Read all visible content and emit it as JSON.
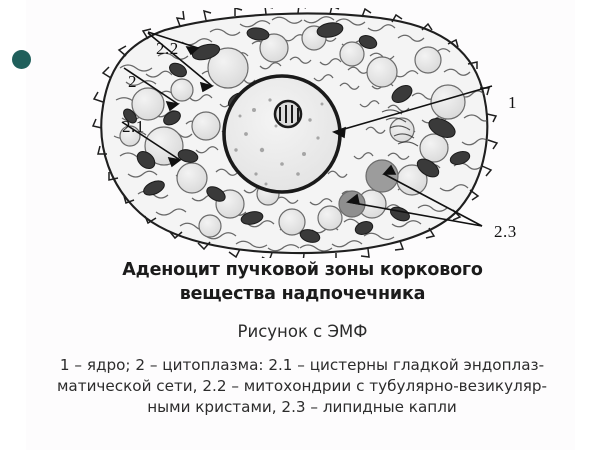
{
  "slide": {
    "background_color": "#ffffff",
    "bullet_color": "#1f5f5b",
    "bullet_name": "teal-bullet-dot"
  },
  "figure": {
    "alt": "electron-micrograph drawing of an adrenal cortex fascicular zone adenocyte",
    "cell_outline_color": "#222222",
    "cytoplasm_tone": "#f2f2f2",
    "lipid_droplet_tone": "#e6e6e6",
    "mitochondria_tone": "#4a4a4a",
    "nucleus_tone": "#f0f0f0",
    "nucleolus_tone": "#2a2a2a",
    "labels": [
      {
        "id": "label-1",
        "text": "1",
        "name": "callout-label-1-nucleus"
      },
      {
        "id": "label-2",
        "text": "2",
        "name": "callout-label-2-cytoplasm"
      },
      {
        "id": "label-21",
        "text": "2.1",
        "name": "callout-label-2-1-smooth-er"
      },
      {
        "id": "label-22",
        "text": "2.2",
        "name": "callout-label-2-2-mitochondria"
      },
      {
        "id": "label-23",
        "text": "2.3",
        "name": "callout-label-2-3-lipid-droplets"
      }
    ]
  },
  "title": {
    "line1": "Аденоцит пучковой зоны коркового",
    "line2": "вещества надпочечника"
  },
  "subtitle": "Рисунок с ЭМФ",
  "legend": {
    "line1": "1 – ядро; 2 – цитоплазма: 2.1 – цистерны гладкой эндоплаз-",
    "line2": "матической сети, 2.2 – митохондрии с тубулярно-везикуляр-",
    "line3": "ными кристами, 2.3 – липидные капли"
  }
}
